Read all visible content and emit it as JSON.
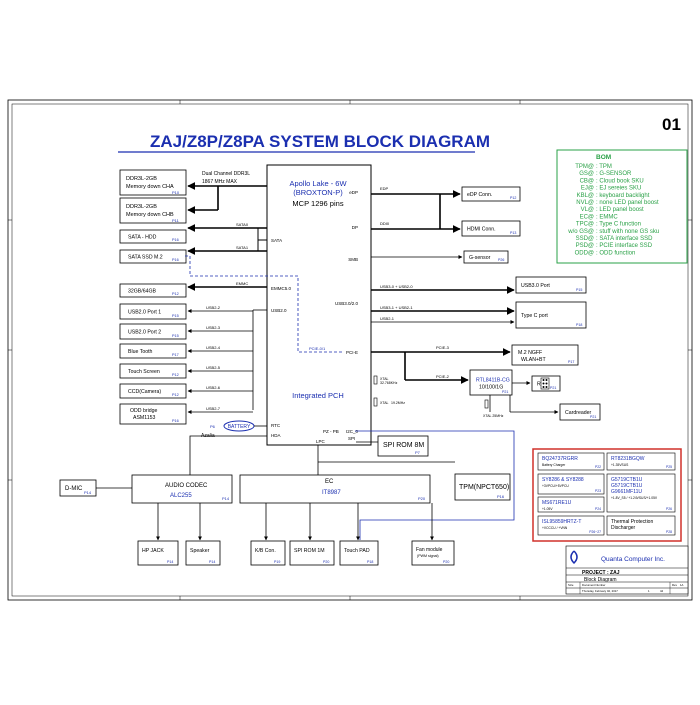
{
  "page_number": "01",
  "title": "ZAJ/Z8P/Z8PA SYSTEM BLOCK DIAGRAM",
  "cpu": {
    "name": "Apollo Lake - 6W",
    "codename": "(BROXTON-P)",
    "package": "MCP 1296 pins",
    "pch_label": "Integrated PCH",
    "left_ports": [
      "SATA",
      "EMMC5.0",
      "USB2.0",
      "RTC",
      "HDA"
    ],
    "right_ports": [
      "eDP",
      "DP",
      "SMB",
      "USB3.0/2.0",
      "PCI-E"
    ],
    "bottom_ports": [
      "PZ - PB",
      "LPC",
      "I2C_0",
      "SPI"
    ]
  },
  "memory": {
    "channel_label": "Dual Channel DDR3L",
    "channel_speed": "1867 MHz MAX",
    "dimm_a": {
      "line1": "DDR3L-2GB",
      "line2": "Memory down CHA",
      "page": "P10"
    },
    "dimm_b": {
      "line1": "DDR3L-2GB",
      "line2": "Memory down CHB",
      "page": "P11"
    }
  },
  "left_blocks": [
    {
      "label": "SATA - HDD",
      "page": "P16",
      "bus": "SATA0"
    },
    {
      "label": "SATA SSD M.2",
      "page": "P16",
      "bus": "SATA1"
    },
    {
      "label": "32GB/64GB",
      "page": "P12",
      "bus": "EMMC"
    },
    {
      "label": "USB2.0 Port 1",
      "page": "P15",
      "bus": "USB2-2"
    },
    {
      "label": "USB2.0 Port 2",
      "page": "P15",
      "bus": "USB2-3"
    },
    {
      "label": "Blue Tooth",
      "page": "P17",
      "bus": "USB2-4"
    },
    {
      "label": "Touch Screen",
      "page": "P12",
      "bus": "USB2-5"
    },
    {
      "label": "CCD(Camera)",
      "page": "P12",
      "bus": "USB2-6"
    },
    {
      "label": "ODD bridge",
      "label2": "ASM1153",
      "page": "P16",
      "bus": "USB2-7"
    }
  ],
  "right_blocks": [
    {
      "label": "eDP  Conn.",
      "page": "P12",
      "bus": "EDP"
    },
    {
      "label": "HDMI Conn.",
      "page": "P13",
      "bus": "DDI0"
    },
    {
      "label": "G-sensor",
      "page": "P26",
      "bus": ""
    },
    {
      "label": "USB3.0 Port",
      "page": "P15",
      "bus": "USB3-0 + USB2-0"
    },
    {
      "label": "Type C port",
      "page": "P18",
      "bus": "USB3-1 + USB2-1"
    },
    {
      "label": "M.2 NGFF",
      "label2": "WLAN+BT",
      "page": "P17",
      "bus": "PCIE-3"
    },
    {
      "label": "RTL8411B-CG",
      "label2": "10/100/1G",
      "page": "P21",
      "bus": "PCIE-2"
    },
    {
      "label": "RJ45",
      "page": "P21",
      "bus": ""
    },
    {
      "label": "Cardreader",
      "page": "P21",
      "bus": ""
    }
  ],
  "buses_extra": {
    "usb2_1": "USB2-1",
    "pcie_0_1": "PCIE-0/1"
  },
  "crystals": {
    "xtal1": "XTAL",
    "xtal1_freq": "32.768KHz",
    "xtal2": "XTAL",
    "xtal2_freq": "19.2MHz",
    "xtal3": "XTAL 25MHz"
  },
  "battery": {
    "label": "BATTERY",
    "page": "P6"
  },
  "azalia": "Azalia",
  "spi_rom": {
    "label": "SPI ROM 8M",
    "page": "P7"
  },
  "audio": {
    "label": "AUDIO CODEC",
    "chip": "ALC255",
    "page": "P14"
  },
  "dmic": {
    "label": "D-MIC",
    "page": "P14"
  },
  "ec": {
    "label": "EC",
    "chip": "IT8987",
    "page": "P20"
  },
  "tpm": {
    "label": "TPM(NPCT650)",
    "page": "P16"
  },
  "bottom_blocks": [
    {
      "label": "HP JACK",
      "page": "P14"
    },
    {
      "label": "Speaker",
      "page": "P14"
    },
    {
      "label": "K/B Con.",
      "page": "P19"
    },
    {
      "label": "SPI ROM 1M",
      "page": "P20"
    },
    {
      "label": "Touch PAD",
      "page": "P18"
    },
    {
      "label": "Fan module",
      "label2": "(PWM signal)",
      "page": "P20"
    }
  ],
  "bom": {
    "title": "BOM",
    "rows": [
      {
        "key": "TPM@",
        "desc": ": TPM"
      },
      {
        "key": "GS@",
        "desc": ": G-SENSOR"
      },
      {
        "key": "CB@",
        "desc": ": Cloud book SKU"
      },
      {
        "key": "EJ@",
        "desc": ": EJ sereies SKU"
      },
      {
        "key": "KBL@",
        "desc": ": keyboard backlight"
      },
      {
        "key": "NVL@",
        "desc": ": none LED panel boost"
      },
      {
        "key": "VL@",
        "desc": ": LED panel boost"
      },
      {
        "key": "EC@",
        "desc": ": EMMC"
      },
      {
        "key": "TPC@",
        "desc": ": Type C function"
      },
      {
        "key": "w/o GS@",
        "desc": ": stuff with none GS sku"
      },
      {
        "key": "SSD@",
        "desc": ": SATA interface SSD"
      },
      {
        "key": "PSD@",
        "desc": ": PCIE interface SSD"
      },
      {
        "key": "ODD@",
        "desc": ": ODD function"
      }
    ]
  },
  "power": [
    {
      "chip": "BQ24737RGRR",
      "sub": "Battery Charger",
      "page": "P22"
    },
    {
      "chip": "RT8231BGQW",
      "sub": "+1.35VSUS",
      "page": "P25"
    },
    {
      "chip": "SY8286 & SY8288",
      "sub": "+3VPCU/+5VPCU",
      "page": "P23"
    },
    {
      "chip": "G5719CTB1U",
      "chip2": "G5719CTB1U",
      "chip3": "G9661MF11U",
      "sub": "+1.8V_S5 / +1.24VSUS/+1.05V",
      "page": "P26"
    },
    {
      "chip": "MS671RE1U",
      "sub": "+1.05V",
      "page": "P24"
    },
    {
      "chip": "ISL95859HRTZ-T",
      "sub": "+VCCCU / +VNN",
      "page": "P26~27"
    },
    {
      "chip": "Thermal Protection",
      "chip2": "Discharger",
      "page": "P28"
    }
  ],
  "titleblock": {
    "company": "Quanta Computer Inc.",
    "project_label": "PROJECT : ZAJ",
    "doc_title": "Block Diagram",
    "size_label": "Size",
    "doc_no_label": "Document Number",
    "rev_label": "Rev",
    "rev": "1A",
    "date": "Thursday, February 02, 2017",
    "sheet": "1",
    "sheet_total": "44"
  }
}
